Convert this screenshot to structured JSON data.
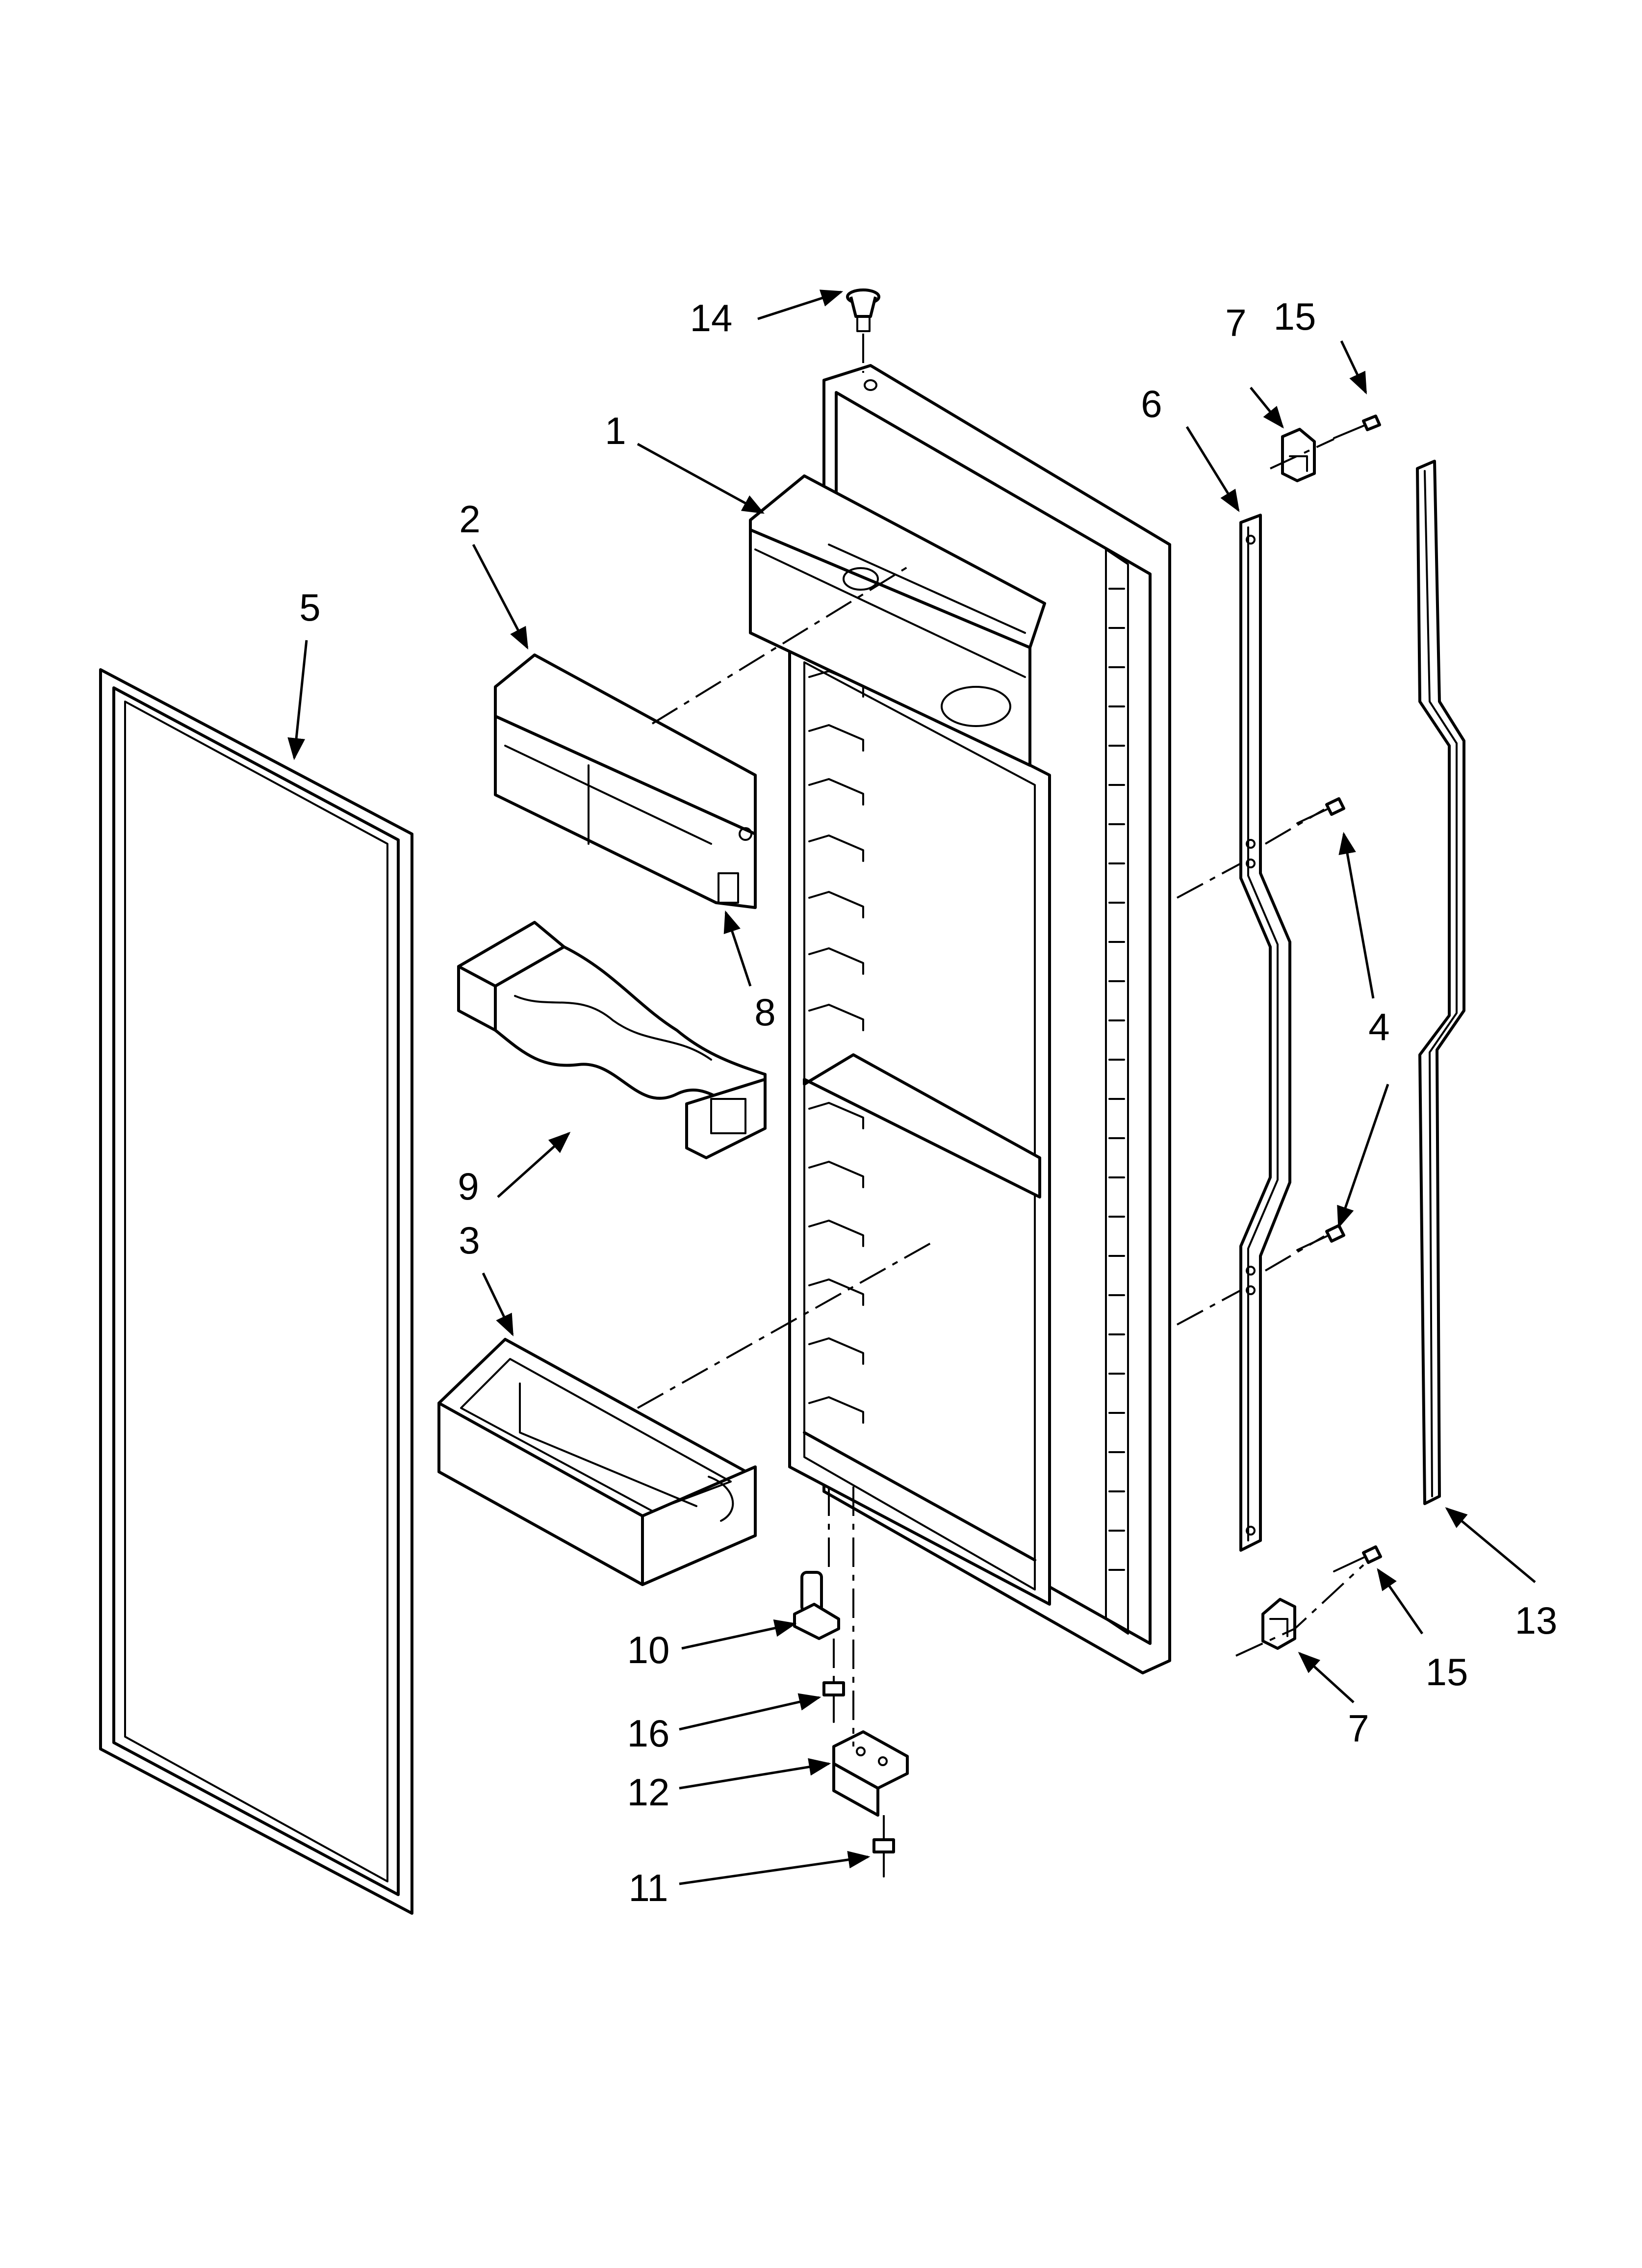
{
  "diagram": {
    "type": "exploded-parts-view",
    "callouts": [
      {
        "id": "c1",
        "label": "1"
      },
      {
        "id": "c2",
        "label": "2"
      },
      {
        "id": "c3",
        "label": "3"
      },
      {
        "id": "c4",
        "label": "4"
      },
      {
        "id": "c5",
        "label": "5"
      },
      {
        "id": "c6",
        "label": "6"
      },
      {
        "id": "c7a",
        "label": "7"
      },
      {
        "id": "c7b",
        "label": "7"
      },
      {
        "id": "c8",
        "label": "8"
      },
      {
        "id": "c9",
        "label": "9"
      },
      {
        "id": "c10",
        "label": "10"
      },
      {
        "id": "c11",
        "label": "11"
      },
      {
        "id": "c12",
        "label": "12"
      },
      {
        "id": "c13",
        "label": "13"
      },
      {
        "id": "c14",
        "label": "14"
      },
      {
        "id": "c15a",
        "label": "15"
      },
      {
        "id": "c15b",
        "label": "15"
      },
      {
        "id": "c16",
        "label": "16"
      }
    ]
  }
}
